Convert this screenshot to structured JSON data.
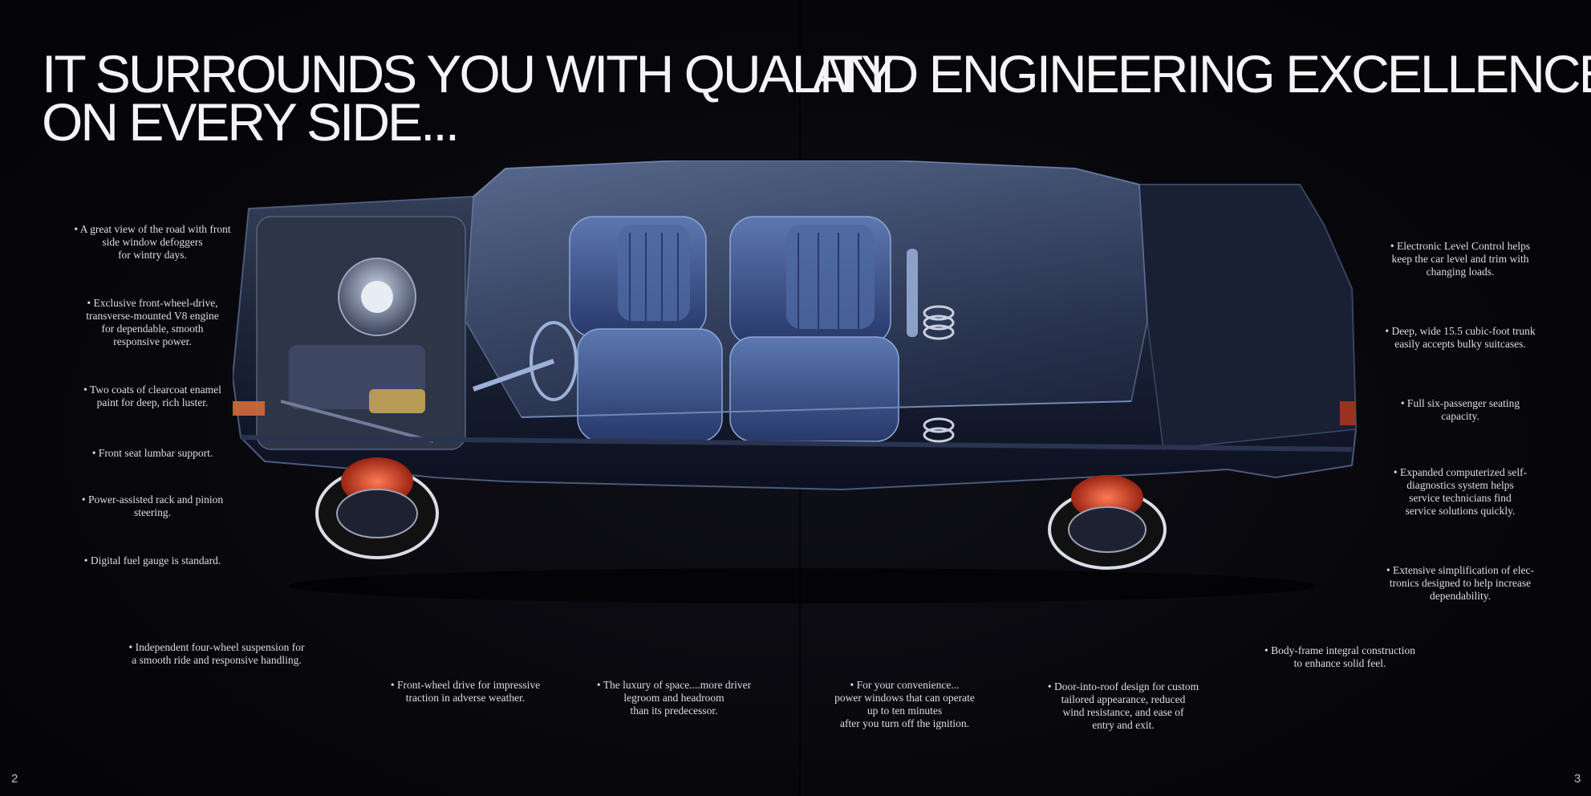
{
  "headline": {
    "left_line1": "IT SURROUNDS YOU WITH QUALITY",
    "left_line2": "ON EVERY SIDE...",
    "right_line1": "AND ENGINEERING EXCELLENCE"
  },
  "notes_left": [
    "• A great view of the road with front\nside window defoggers\nfor wintry days.",
    "• Exclusive front-wheel-drive,\ntransverse-mounted V8 engine\nfor dependable, smooth\nresponsive power.",
    "• Two coats of clearcoat enamel\npaint for deep, rich luster.",
    "• Front seat lumbar support.",
    "• Power-assisted rack and pinion\nsteering.",
    "• Digital fuel gauge is standard."
  ],
  "notes_right": [
    "• Electronic Level Control helps\nkeep the car level and trim with\nchanging loads.",
    "• Deep, wide 15.5 cubic-foot trunk\neasily accepts bulky suitcases.",
    "• Full six-passenger seating\ncapacity.",
    "• Expanded computerized self-\ndiagnostics system helps\nservice technicians find\nservice solutions quickly.",
    "• Extensive simplification of elec-\ntronics designed to help increase\ndependability."
  ],
  "notes_bottom": [
    "• Independent four-wheel suspension for\na smooth ride and responsive handling.",
    "• Front-wheel drive for impressive\ntraction in adverse weather.",
    "• The luxury of space....more driver\nlegroom and headroom\nthan its predecessor.",
    "• For your convenience...\npower windows that can operate\nup to ten minutes\nafter you turn off the ignition.",
    "• Door-into-roof design for custom\ntailored appearance, reduced\nwind resistance, and ease of\nentry and exit.",
    "• Body-frame integral construction\nto enhance solid feel."
  ],
  "page_numbers": {
    "left": "2",
    "right": "3"
  }
}
